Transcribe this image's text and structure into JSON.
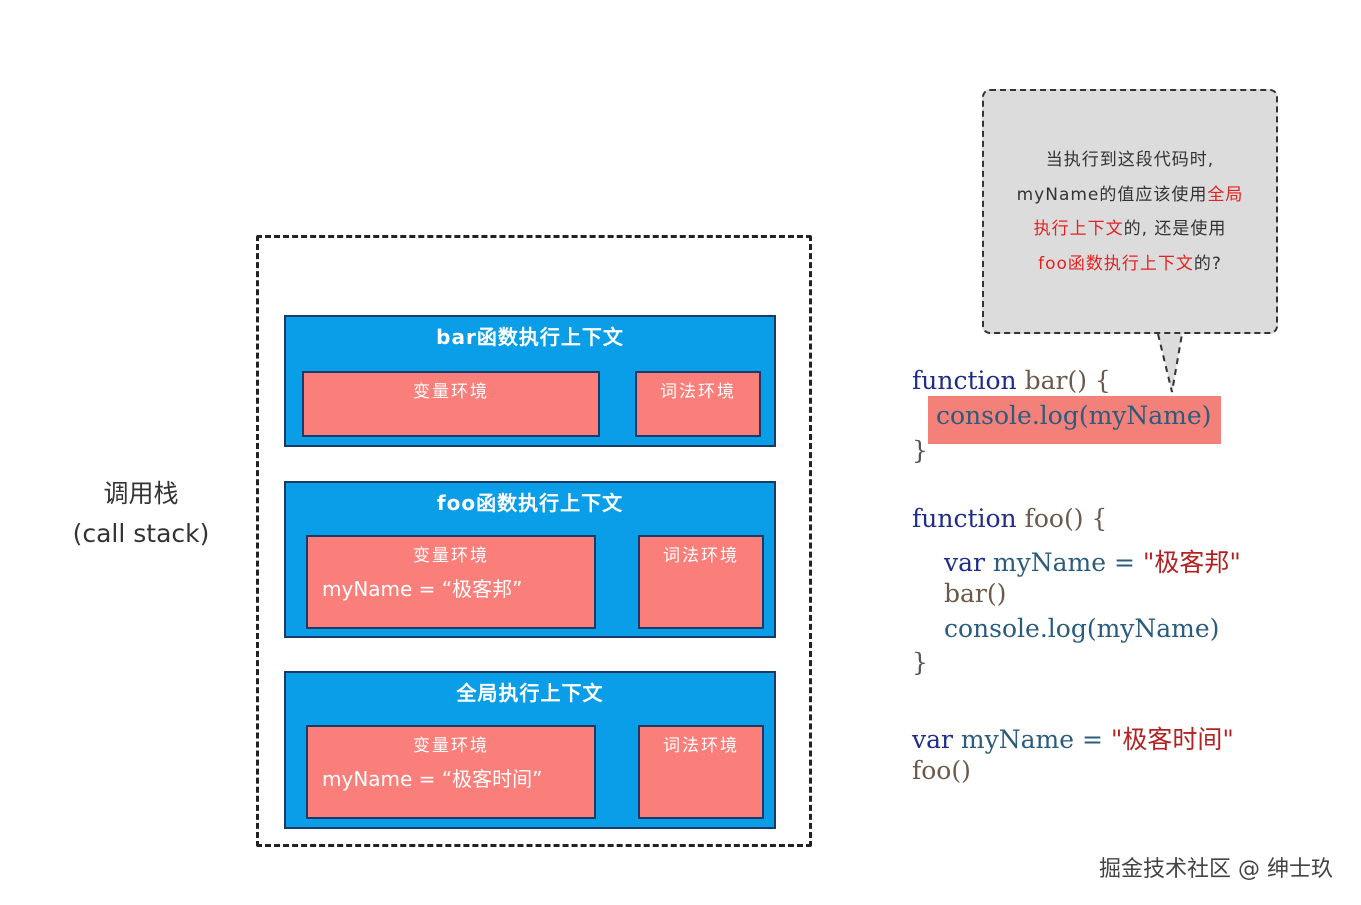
{
  "stack_label": {
    "line1": "调用栈",
    "line2": "(call stack)"
  },
  "contexts": [
    {
      "title": "bar函数执行上下文",
      "variable_env": {
        "title": "变量环境",
        "value": ""
      },
      "lexical_env": {
        "title": "词法环境"
      }
    },
    {
      "title": "foo函数执行上下文",
      "variable_env": {
        "title": "变量环境",
        "value": "myName = “极客邦”"
      },
      "lexical_env": {
        "title": "词法环境"
      }
    },
    {
      "title": "全局执行上下文",
      "variable_env": {
        "title": "变量环境",
        "value": "myName = “极客时间”"
      },
      "lexical_env": {
        "title": "词法环境"
      }
    }
  ],
  "bubble": {
    "line1": "当执行到这段代码时,",
    "line2_a": "myName的值应该使用",
    "line2_b": "全局",
    "line3_a": "执行上下文",
    "line3_b": "的, 还是使用",
    "line4_a": "foo函数执行上下文",
    "line4_b": "的?"
  },
  "code": {
    "l1_kw": "function",
    "l1_rest": " bar() {",
    "l2": "console.log(myName)",
    "l3": "}",
    "l4_kw": "function",
    "l4_rest": " foo() {",
    "l5_kw": "var",
    "l5_rest": " myName = ",
    "l5_str": "\"极客邦\"",
    "l6": "bar()",
    "l7": "console.log(myName)",
    "l8": "}",
    "l9_kw": "var",
    "l9_rest": " myName = ",
    "l9_str": "\"极客时间\"",
    "l10": "foo()"
  },
  "watermark": "掘金技术社区 @ 绅士玖",
  "colors": {
    "context_blue": "#0a9ee8",
    "env_red": "#fa7e7a",
    "highlight": "#f4807a",
    "bubble_gray": "#dcdcdc",
    "emphasis_red": "#e52222"
  }
}
